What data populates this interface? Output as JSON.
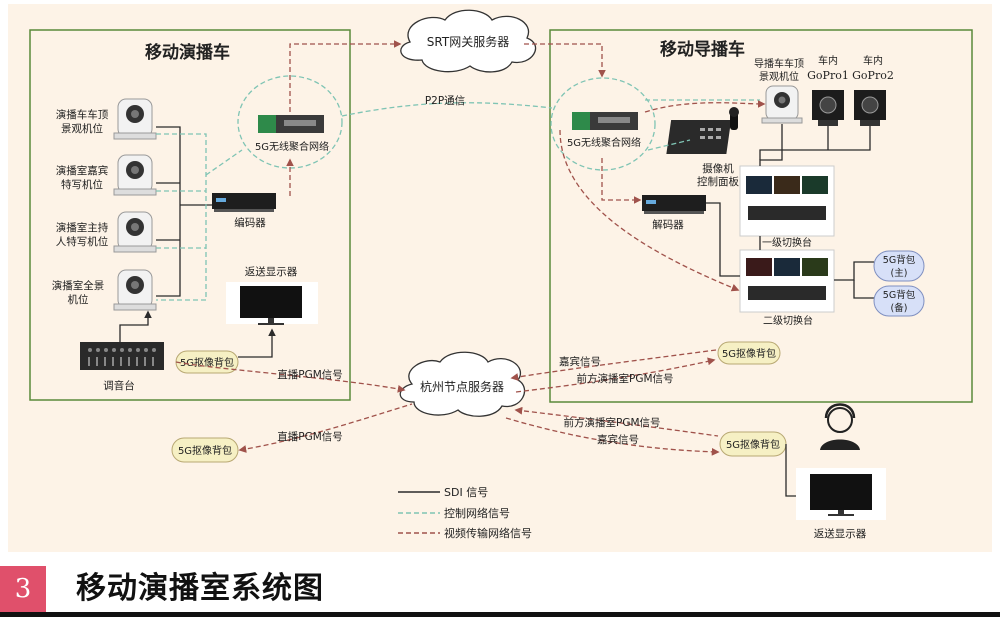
{
  "diagram": {
    "left_truck_title": "移动演播车",
    "right_truck_title": "移动导播车",
    "srt_server": "SRT网关服务器",
    "hangzhou_server": "杭州节点服务器",
    "p2p_label": "P2P通信",
    "left_5g_router": "5G无线聚合网络",
    "right_5g_router": "5G无线聚合网络",
    "encoder": "编码器",
    "decoder": "解码器",
    "return_monitor_left": "返送显示器",
    "return_monitor_right": "返送显示器",
    "mixer": "调音台",
    "cameras_left": [
      {
        "line1": "演播车车顶",
        "line2": "景观机位"
      },
      {
        "line1": "演播室嘉宾",
        "line2": "特写机位"
      },
      {
        "line1": "演播室主持",
        "line2": "人特写机位"
      },
      {
        "line1": "演播室全景",
        "line2": "机位"
      }
    ],
    "right_cam_roof": {
      "line1": "导播车车顶",
      "line2": "景观机位"
    },
    "gopro1": {
      "line1": "车内",
      "line2": "GoPro1"
    },
    "gopro2": {
      "line1": "车内",
      "line2": "GoPro2"
    },
    "camera_control_panel": {
      "line1": "摄像机",
      "line2": "控制面板"
    },
    "switcher_1": "一级切换台",
    "switcher_2": "二级切换台",
    "backpack_main": {
      "line1": "5G背包",
      "line2": "(主)"
    },
    "backpack_backup": {
      "line1": "5G背包",
      "line2": "(备)"
    },
    "backpack": "5G抠像背包",
    "signal_labels": {
      "live_pgm_1": "直播PGM信号",
      "live_pgm_2": "直播PGM信号",
      "guest_1": "嘉宾信号",
      "front_pgm_1": "前方演播室PGM信号",
      "front_pgm_2": "前方演播室PGM信号",
      "guest_2": "嘉宾信号"
    },
    "legend": {
      "sdi": "SDI 信号",
      "control": "控制网络信号",
      "video": "视频传输网络信号"
    },
    "colors": {
      "panel_bg": "#fdf3e7",
      "truck_border": "#5a8a3a",
      "control_line": "#7fc4b4",
      "video_line": "#a0524b",
      "sdi_line": "#2b2b2b",
      "backpack_fill": "#f6f0c4",
      "backpack_blue": "#d7e0f8"
    }
  },
  "section": {
    "number": "3",
    "title": "移动演播室系统图"
  }
}
